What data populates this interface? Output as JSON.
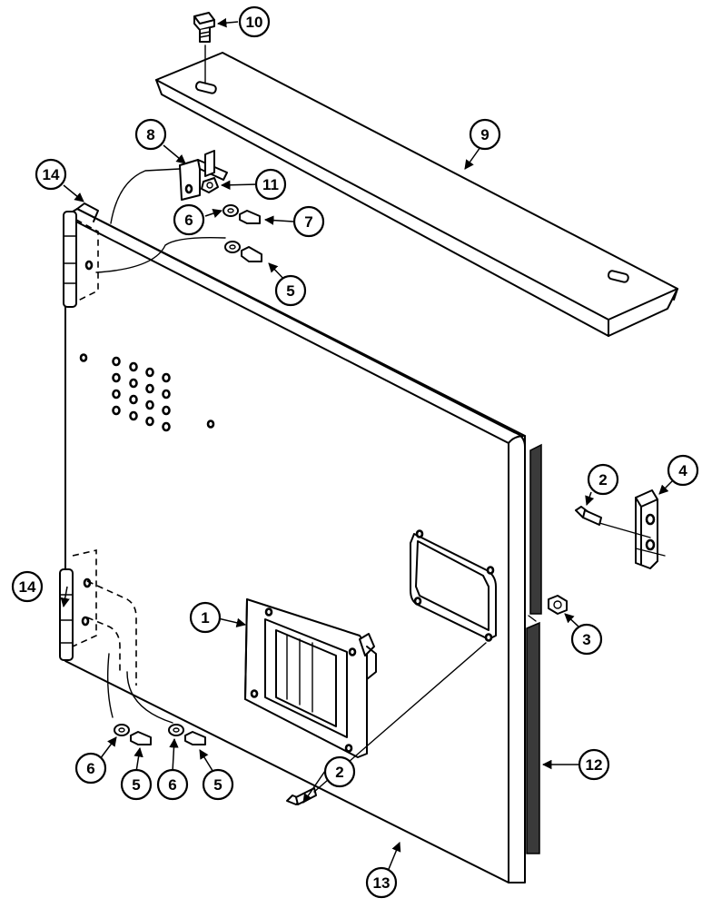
{
  "callouts": {
    "c1": "1",
    "c2a": "2",
    "c2b": "2",
    "c3": "3",
    "c4": "4",
    "c5a": "5",
    "c5b": "5",
    "c5c": "5",
    "c6a": "6",
    "c6b": "6",
    "c6c": "6",
    "c7": "7",
    "c8": "8",
    "c9": "9",
    "c10": "10",
    "c11": "11",
    "c12": "12",
    "c13": "13",
    "c14a": "14",
    "c14b": "14"
  }
}
